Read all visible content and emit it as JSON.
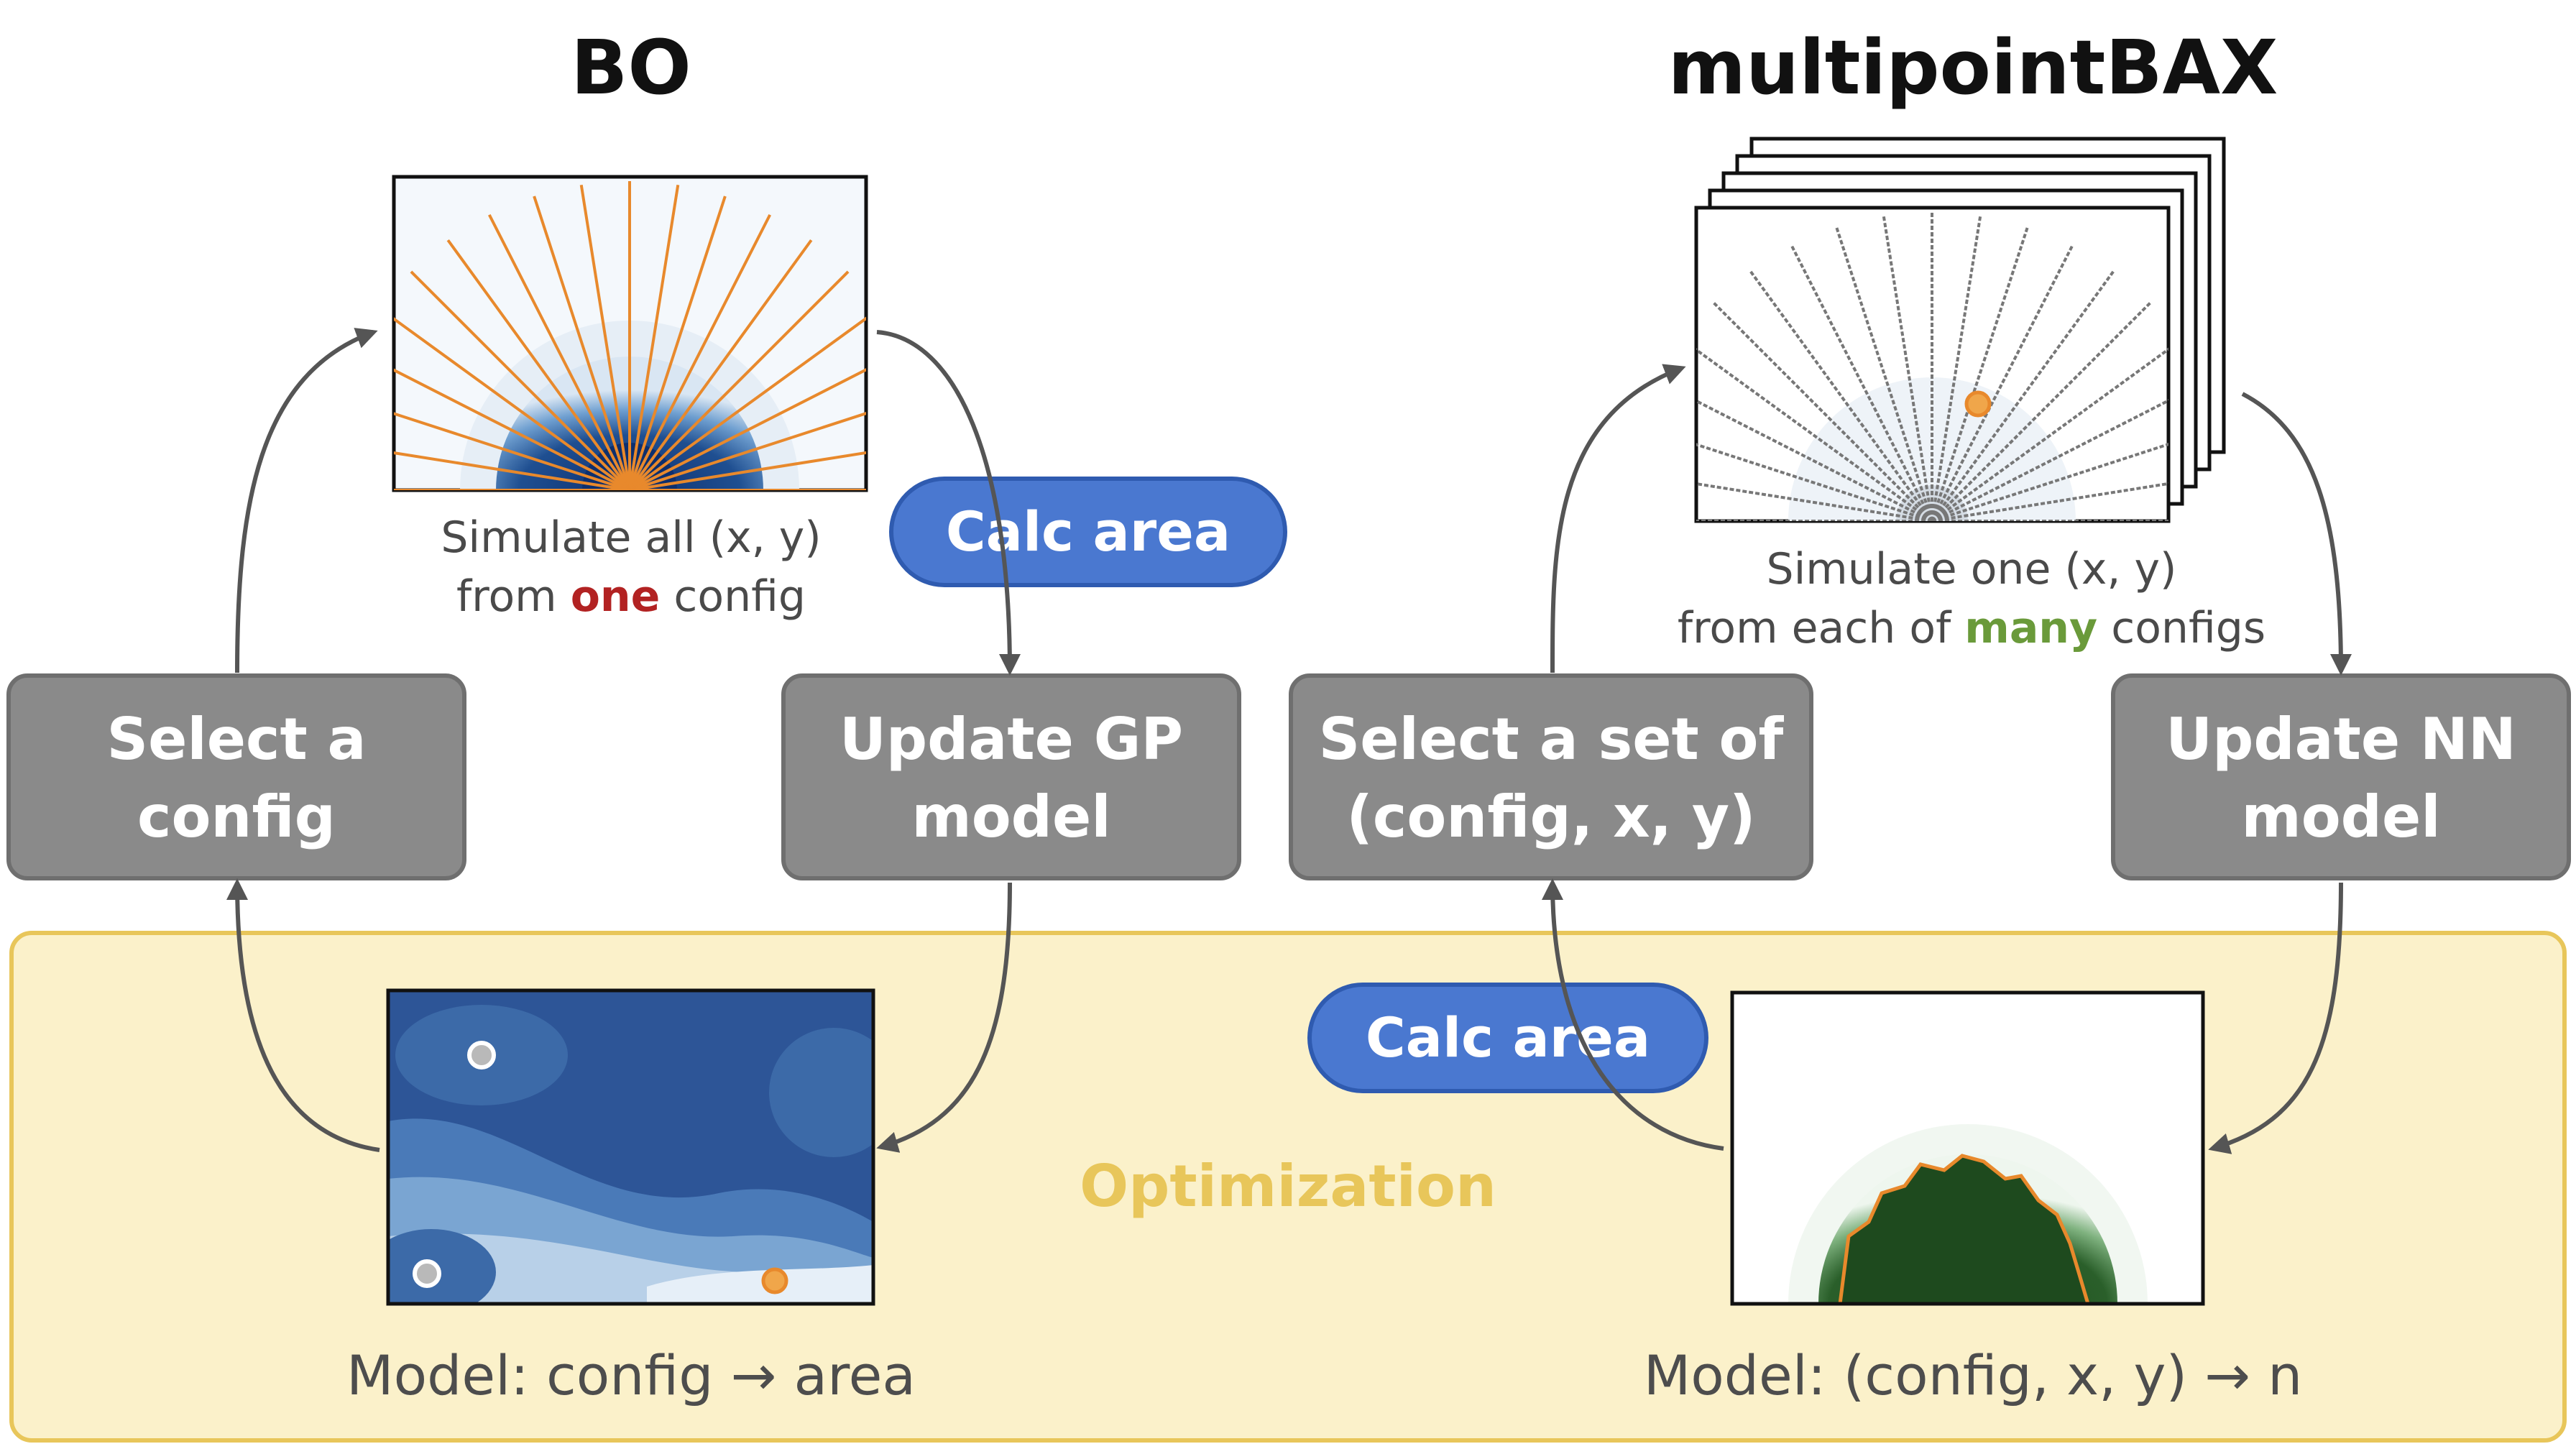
{
  "titles": {
    "left": "BO",
    "right": "multipointBAX"
  },
  "left": {
    "caption_line1": "Simulate all (x, y)",
    "caption_line2_pre": "from ",
    "caption_line2_em": "one",
    "caption_line2_post": " config",
    "box_select_line1": "Select a",
    "box_select_line2": "config",
    "box_update_line1": "Update GP",
    "box_update_line2": "model",
    "calc_label": "Calc area",
    "model_label": "Model: config → area"
  },
  "right": {
    "caption_line1": "Simulate one (x, y)",
    "caption_line2_pre": "from each of ",
    "caption_line2_em": "many",
    "caption_line2_post": " configs",
    "box_select_line1": "Select a set of",
    "box_select_line2": "(config, x, y)",
    "box_update_line1": "Update NN",
    "box_update_line2": "model",
    "calc_label": "Calc area",
    "model_label": "Model: (config, x, y) → n"
  },
  "optimization_label": "Optimization",
  "colors": {
    "box_gray": "#8a8a8a",
    "box_border": "#6f6f6f",
    "pill_blue": "#4a78d0",
    "pill_border": "#2f5bb0",
    "emph_red": "#b22222",
    "emph_green": "#6a9a3a",
    "opt_bg": "#fbf1ca",
    "opt_border": "#e8c65a",
    "ray_orange": "#e8892c",
    "arrow_gray": "#555555"
  }
}
